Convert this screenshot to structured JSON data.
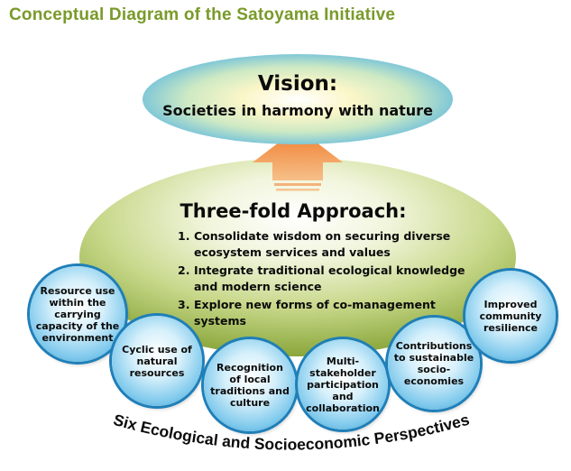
{
  "title": "Conceptual Diagram of the Satoyama Initiative",
  "vision": {
    "heading": "Vision:",
    "subtitle": "Societies in harmony with nature"
  },
  "approach": {
    "heading": "Three-fold Approach:",
    "items": [
      {
        "num": "1.",
        "text": "Consolidate wisdom on securing diverse ecosystem services and values"
      },
      {
        "num": "2.",
        "text": "Integrate traditional ecological knowledge and modern science"
      },
      {
        "num": "3.",
        "text": "Explore new forms of co-management systems"
      }
    ]
  },
  "perspectives": {
    "label": "Six Ecological and Socioeconomic Perspectives",
    "items": [
      "Resource use within the carrying capacity of the environment",
      "Cyclic use of natural resources",
      "Recognition of local traditions and culture",
      "Multi-stakeholder participation and collaboration",
      "Contributions to sustainable socio-economies",
      "Improved community resilience"
    ]
  },
  "colors": {
    "title": "#7a9a2a",
    "ellipse_green": "#a8bf5a",
    "vision_blue": "#7cc8ee",
    "arrow_orange": "#f2a15c",
    "circle_border": "#1f7fb8"
  }
}
